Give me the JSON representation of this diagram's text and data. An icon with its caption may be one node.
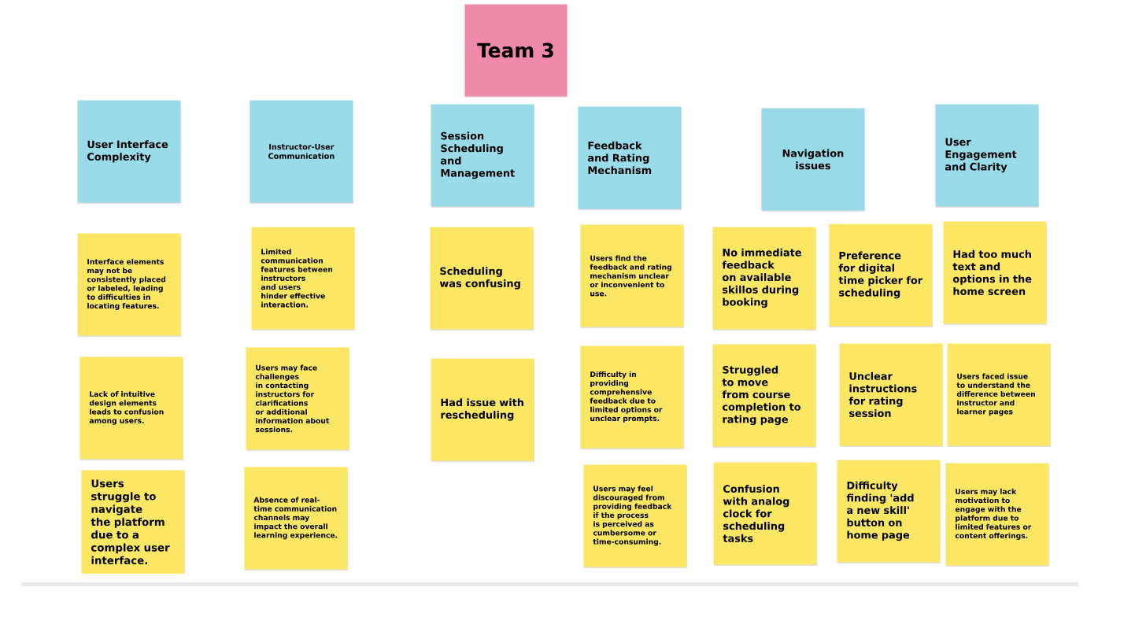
{
  "diagram": {
    "nodes": [
      {
        "text": [
          "Team 3"
        ]
      },
      {
        "text": [
          "User Interface Complexity"
        ]
      },
      {
        "text": [
          "Instructor-User Communication"
        ]
      },
      {
        "text": [
          "Session Scheduling and Management"
        ]
      },
      {
        "text": [
          "Feedback and Rating Mechanism"
        ]
      },
      {
        "text": [
          "Navigation issues"
        ]
      },
      {
        "text": [
          "User Engagement and Clarity"
        ]
      },
      {
        "text": [
          "Interface elements may not be consistently placed or labeled, leading to difficulties in locating features."
        ]
      },
      {
        "text": [
          "Lack of intuitive design elements leads to confusion among users."
        ]
      },
      {
        "text": [
          "Users struggle to navigate the platform due to a complex user interface."
        ]
      },
      {
        "text": [
          "Limited communication features between instructors and users hinder effective interaction."
        ]
      },
      {
        "text": [
          "Users may face challenges in contacting instructors for clarifications or additional information about sessions."
        ]
      },
      {
        "text": [
          "Absence of real-time communication channels may impact the overall learning experience."
        ]
      },
      {
        "text": [
          "Scheduling was confusing"
        ]
      },
      {
        "text": [
          "Had issue with rescheduling"
        ]
      },
      {
        "text": [
          "Users find the feedback and rating mechanism unclear or inconvenient to use."
        ]
      },
      {
        "text": [
          "Difficulty in providing comprehensive feedback due to limited options or unclear prompts."
        ]
      },
      {
        "text": [
          "Users may feel discouraged from providing feedback if the process is perceived as cumbersome or time-consuming."
        ]
      },
      {
        "text": [
          "No immediate feedback on available skillos during booking"
        ]
      },
      {
        "text": [
          "Struggled to move from course completion to rating page"
        ]
      },
      {
        "text": [
          "Confusion with analog clock for scheduling tasks"
        ]
      },
      {
        "text": [
          "Preference for digital time picker for scheduling"
        ]
      },
      {
        "text": [
          "Unclear instructions for rating session"
        ]
      },
      {
        "text": [
          "Difficulty finding 'add a new skill' button on home page"
        ]
      },
      {
        "text": [
          "Had too much text and options in the home screen"
        ]
      },
      {
        "text": [
          "Users faced issue to understand the difference between instructor and learner pages"
        ]
      },
      {
        "text": [
          "Users may lack motivation to engage with the platform due to limited features or content offerings."
        ]
      }
    ]
  }
}
